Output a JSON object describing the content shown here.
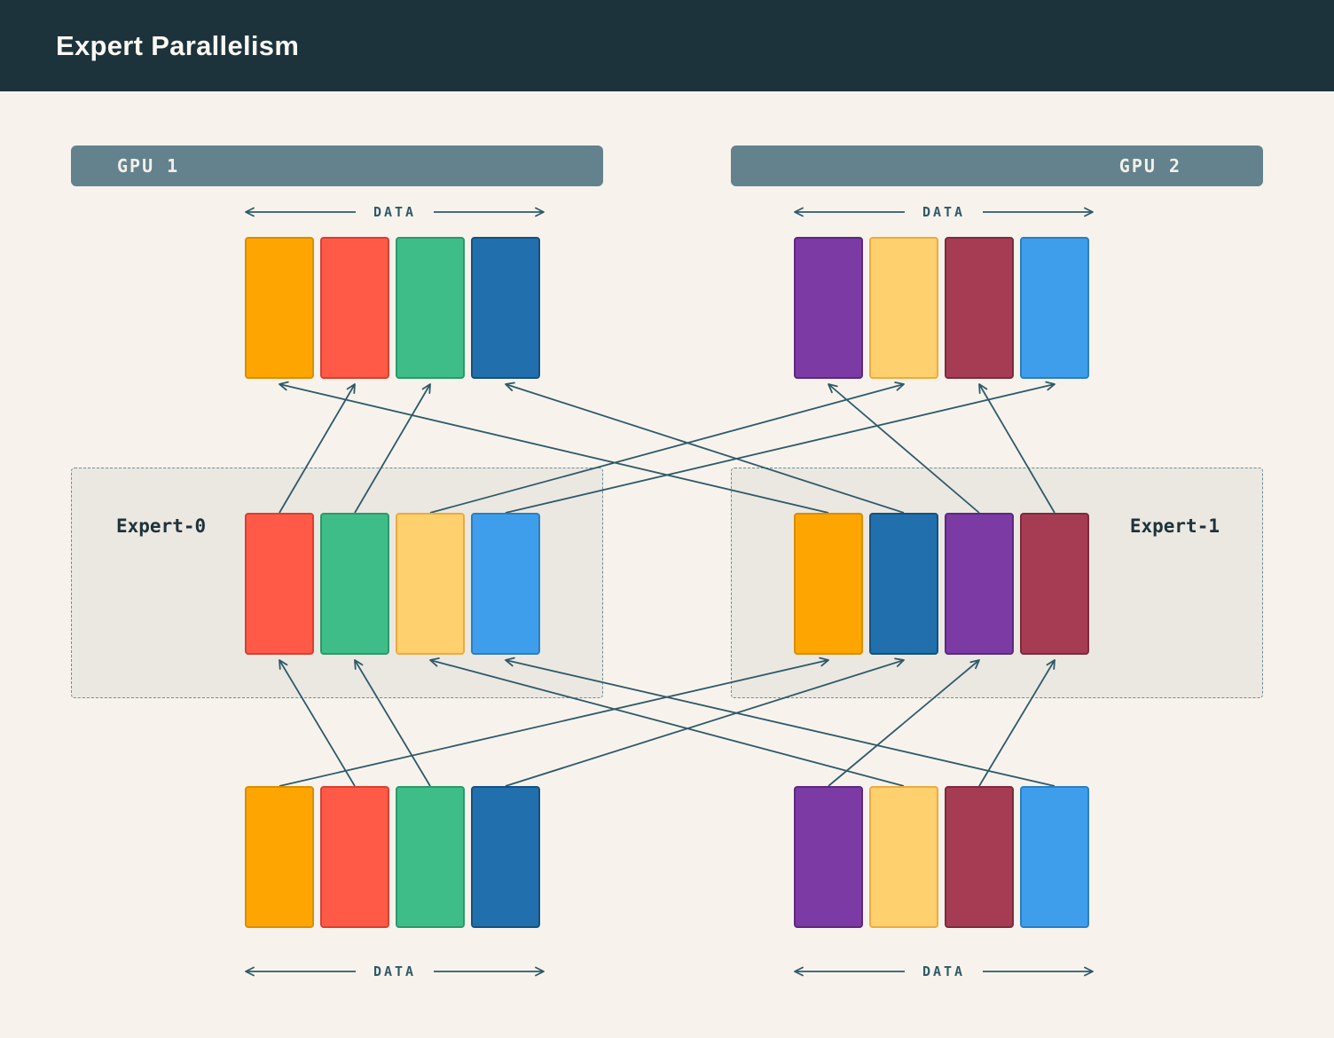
{
  "header": {
    "title": "Expert Parallelism"
  },
  "labels": {
    "data": "DATA"
  },
  "gpu_bars": [
    {
      "id": "gpu1",
      "label": "GPU 1",
      "align": "left"
    },
    {
      "id": "gpu2",
      "label": "GPU 2",
      "align": "right"
    }
  ],
  "expert_boxes": [
    {
      "id": "expert0",
      "label": "Expert-0",
      "label_side": "left"
    },
    {
      "id": "expert1",
      "label": "Expert-1",
      "label_side": "right"
    }
  ],
  "colors": {
    "background": "#f7f3ec",
    "header_bg": "#1d333b",
    "gpu_bar_bg": "#64828d",
    "expert_box_bg": "#ebe8e1",
    "expert_box_border": "#6d8d98",
    "arrow": "#2e5a69",
    "label_text": "#2e5a69"
  },
  "palette": {
    "orange": {
      "fill": "#FFA502",
      "border": "#D98E00"
    },
    "red": {
      "fill": "#FF5A47",
      "border": "#D8402F"
    },
    "green": {
      "fill": "#3FBD88",
      "border": "#2B9A6B"
    },
    "darkblue": {
      "fill": "#2170AD",
      "border": "#14527F"
    },
    "purple": {
      "fill": "#7C3AA4",
      "border": "#5C2880"
    },
    "yellow": {
      "fill": "#FFD06E",
      "border": "#EFA93E"
    },
    "maroon": {
      "fill": "#A63C53",
      "border": "#7E2A3D"
    },
    "lightblue": {
      "fill": "#3F9EEC",
      "border": "#2B7EC2"
    }
  },
  "rows": {
    "top": {
      "gpu1": [
        "orange",
        "red",
        "green",
        "darkblue"
      ],
      "gpu2": [
        "purple",
        "yellow",
        "maroon",
        "lightblue"
      ]
    },
    "middle": {
      "expert0": [
        "red",
        "green",
        "yellow",
        "lightblue"
      ],
      "expert1": [
        "orange",
        "darkblue",
        "purple",
        "maroon"
      ]
    },
    "bottom": {
      "gpu1": [
        "orange",
        "red",
        "green",
        "darkblue"
      ],
      "gpu2": [
        "purple",
        "yellow",
        "maroon",
        "lightblue"
      ]
    }
  },
  "routes": {
    "bottom_to_middle": [
      {
        "from": "bottom.gpu1.orange",
        "to": "middle.expert1.orange"
      },
      {
        "from": "bottom.gpu1.red",
        "to": "middle.expert0.red"
      },
      {
        "from": "bottom.gpu1.green",
        "to": "middle.expert0.green"
      },
      {
        "from": "bottom.gpu1.darkblue",
        "to": "middle.expert1.darkblue"
      },
      {
        "from": "bottom.gpu2.purple",
        "to": "middle.expert1.purple"
      },
      {
        "from": "bottom.gpu2.yellow",
        "to": "middle.expert0.yellow"
      },
      {
        "from": "bottom.gpu2.maroon",
        "to": "middle.expert1.maroon"
      },
      {
        "from": "bottom.gpu2.lightblue",
        "to": "middle.expert0.lightblue"
      }
    ],
    "middle_to_top": [
      {
        "from": "middle.expert0.red",
        "to": "top.gpu1.red"
      },
      {
        "from": "middle.expert0.green",
        "to": "top.gpu1.green"
      },
      {
        "from": "middle.expert0.yellow",
        "to": "top.gpu2.yellow"
      },
      {
        "from": "middle.expert0.lightblue",
        "to": "top.gpu2.lightblue"
      },
      {
        "from": "middle.expert1.orange",
        "to": "top.gpu1.orange"
      },
      {
        "from": "middle.expert1.darkblue",
        "to": "top.gpu1.darkblue"
      },
      {
        "from": "middle.expert1.purple",
        "to": "top.gpu2.purple"
      },
      {
        "from": "middle.expert1.maroon",
        "to": "top.gpu2.maroon"
      }
    ]
  }
}
